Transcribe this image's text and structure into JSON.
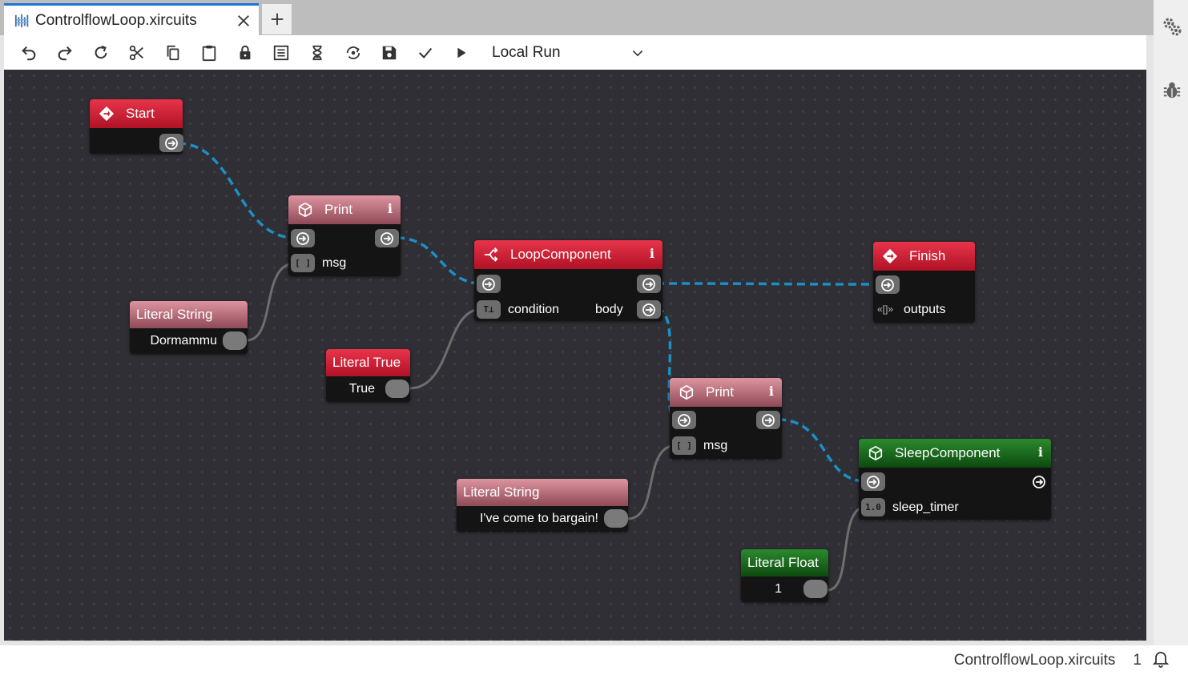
{
  "tab": {
    "title": "ControlflowLoop.xircuits"
  },
  "toolbar": {
    "buttons": [
      "undo-icon",
      "redo-icon",
      "reload-icon",
      "cut-icon",
      "copy-icon",
      "paste-icon",
      "lock-icon",
      "log-icon",
      "hourglass-icon",
      "compile-icon",
      "save-icon",
      "check-icon",
      "run-icon"
    ],
    "run_type": "Local Run"
  },
  "nodes": {
    "start": {
      "title": "Start"
    },
    "print1": {
      "title": "Print",
      "info": "i",
      "port_msg": "msg",
      "type_msg": "[ ]"
    },
    "loop": {
      "title": "LoopComponent",
      "info": "i",
      "port_condition": "condition",
      "type_condition": "T⊥",
      "port_body": "body"
    },
    "finish": {
      "title": "Finish",
      "port_outputs": "outputs",
      "type_outputs": "«[]»"
    },
    "lit_str1": {
      "title": "Literal String",
      "value": "Dormammu"
    },
    "lit_true": {
      "title": "Literal True",
      "value": "True"
    },
    "print2": {
      "title": "Print",
      "info": "i",
      "port_msg": "msg",
      "type_msg": "[ ]"
    },
    "lit_str2": {
      "title": "Literal String",
      "value": "I've come to bargain!"
    },
    "sleep": {
      "title": "SleepComponent",
      "info": "i",
      "port_sleep": "sleep_timer",
      "type_sleep": "1.0"
    },
    "lit_float": {
      "title": "Literal Float",
      "value": "1"
    }
  },
  "colors": {
    "canvas": "#2f2f35",
    "flow_link": "#1c8fc4",
    "param_link": "#6e6e6e",
    "node_red": "#c8192e",
    "node_pink": "#b06a77",
    "node_green": "#1c6b1f",
    "tab_accent": "#1976d2"
  },
  "statusbar": {
    "filename": "ControlflowLoop.xircuits",
    "notification_count": "1"
  }
}
